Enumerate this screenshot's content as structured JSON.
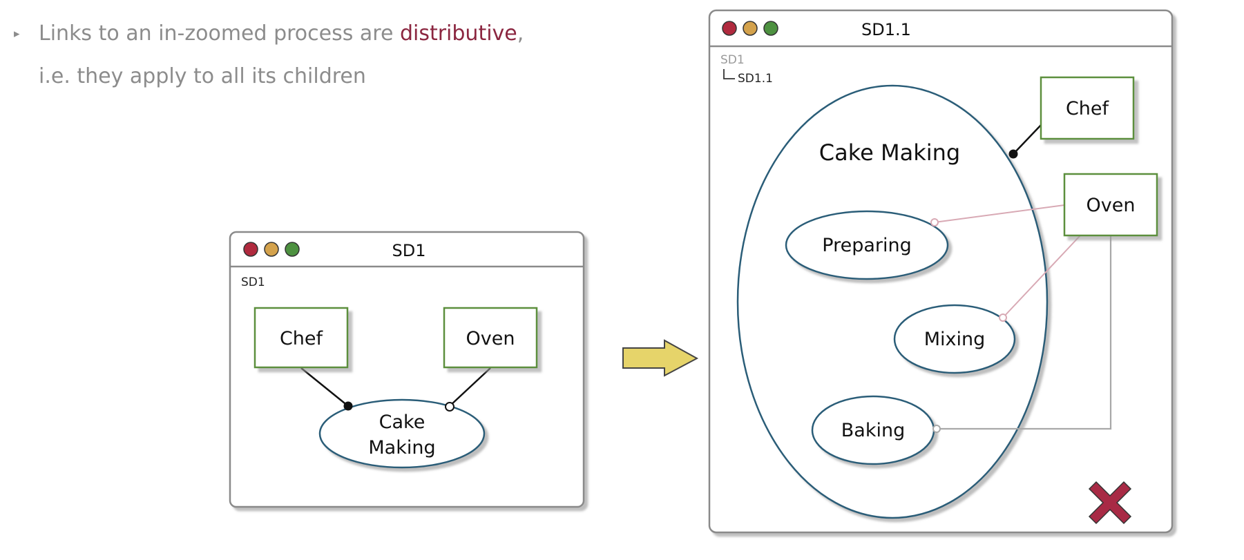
{
  "bullet": {
    "line1_prefix": "Links to an in-zoomed process are ",
    "line1_highlight": "distributive",
    "line1_suffix": ",",
    "line2": "i.e. they apply to all its children"
  },
  "window_left": {
    "title": "SD1",
    "breadcrumb": "SD1",
    "objects": {
      "chef": "Chef",
      "oven": "Oven"
    },
    "process": {
      "line1": "Cake",
      "line2": "Making"
    }
  },
  "window_right": {
    "title": "SD1.1",
    "breadcrumb_parent": "SD1",
    "breadcrumb_child": "SD1.1",
    "objects": {
      "chef": "Chef",
      "oven": "Oven"
    },
    "process": "Cake Making",
    "subprocesses": {
      "preparing": "Preparing",
      "mixing": "Mixing",
      "baking": "Baking"
    }
  },
  "colors": {
    "highlight": "#8b2640",
    "object_border": "#5b8f3c",
    "process_border": "#2b5d78",
    "traffic_red": "#b02a3e",
    "traffic_yellow": "#d4a24c",
    "traffic_green": "#4d9140",
    "arrow_fill": "#e6d46a",
    "cross": "#a82a45"
  },
  "icons": {
    "close": "close-window-icon",
    "minimize": "minimize-window-icon",
    "maximize": "maximize-window-icon",
    "arrow": "right-arrow-icon",
    "cross": "cross-mark-icon",
    "bullet": "triangle-bullet-icon"
  }
}
